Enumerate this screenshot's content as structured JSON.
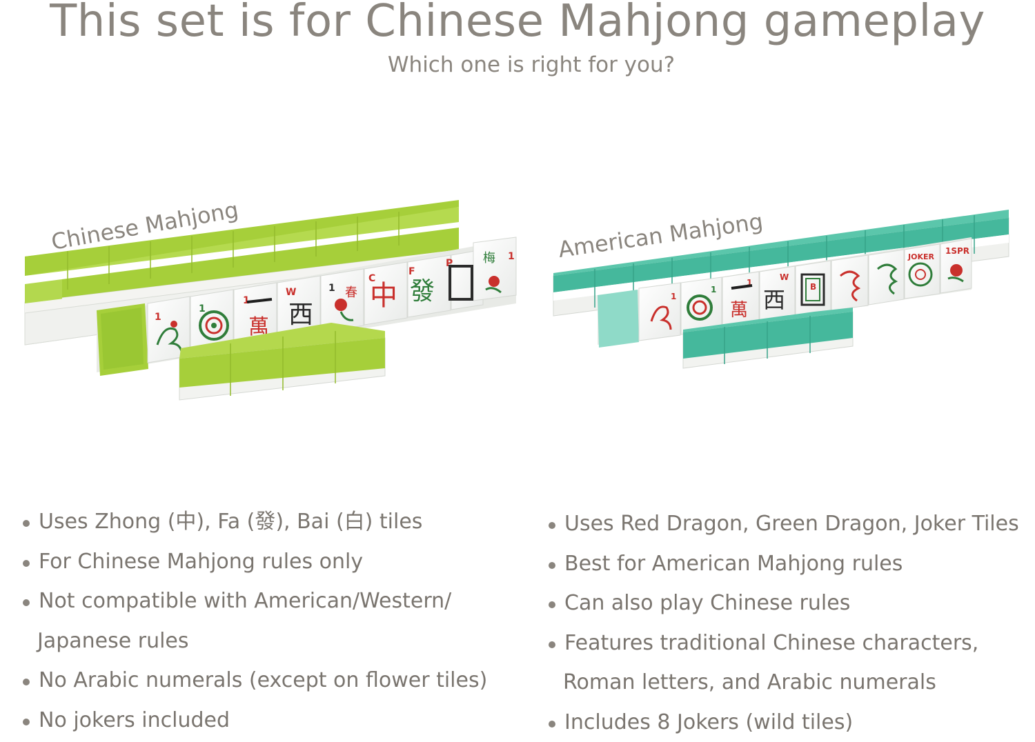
{
  "header": {
    "title": "This set is for Chinese Mahjong gameplay",
    "subtitle": "Which one is right for you?"
  },
  "sets": {
    "chinese": {
      "label": "Chinese Mahjong",
      "tile_back_color": "#a6cf3a",
      "tile_numbers": [
        "1",
        "1",
        "1",
        "W",
        "1",
        "C",
        "F",
        "P",
        "1"
      ]
    },
    "american": {
      "label": "American Mahjong",
      "tile_back_color": "#45b89c",
      "tile_numbers": [
        "1",
        "1",
        "1",
        "W",
        "B"
      ],
      "joker_text": "JOKER",
      "spr_text": "1SPR"
    }
  },
  "chinese_features": [
    "Uses Zhong (中), Fa (發), Bai (白) tiles",
    "For Chinese Mahjong rules only",
    "Not compatible with American/Western/",
    "Japanese rules",
    "No Arabic numerals (except on flower tiles)",
    "No jokers included"
  ],
  "american_features": [
    "Uses Red Dragon, Green Dragon, Joker Tiles",
    "Best for American Mahjong rules",
    "Can also play Chinese rules",
    "Features traditional Chinese characters,",
    "Roman letters, and Arabic numerals",
    "Includes 8 Jokers (wild tiles)"
  ]
}
